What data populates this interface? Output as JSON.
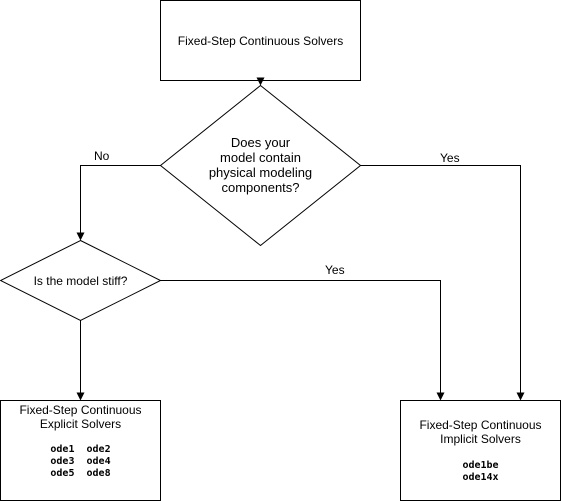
{
  "nodes": {
    "start": {
      "label": "Fixed-Step Continuous Solvers"
    },
    "decision_physical": {
      "lines": [
        "Does your",
        "model contain",
        "physical modeling",
        "components?"
      ]
    },
    "decision_stiff": {
      "label": "Is the model stiff?"
    },
    "explicit": {
      "lines": [
        "Fixed-Step Continuous",
        "Explicit Solvers"
      ],
      "solvers": [
        "ode1  ode2",
        "ode3  ode4",
        "ode5  ode8"
      ]
    },
    "implicit": {
      "lines": [
        "Fixed-Step Continuous",
        "Implicit Solvers"
      ],
      "solvers": [
        "ode1be",
        "ode14x"
      ]
    }
  },
  "edges": {
    "physical_no": "No",
    "physical_yes": "Yes",
    "stiff_yes": "Yes"
  },
  "colors": {
    "stroke": "#000000",
    "fill": "#ffffff"
  }
}
